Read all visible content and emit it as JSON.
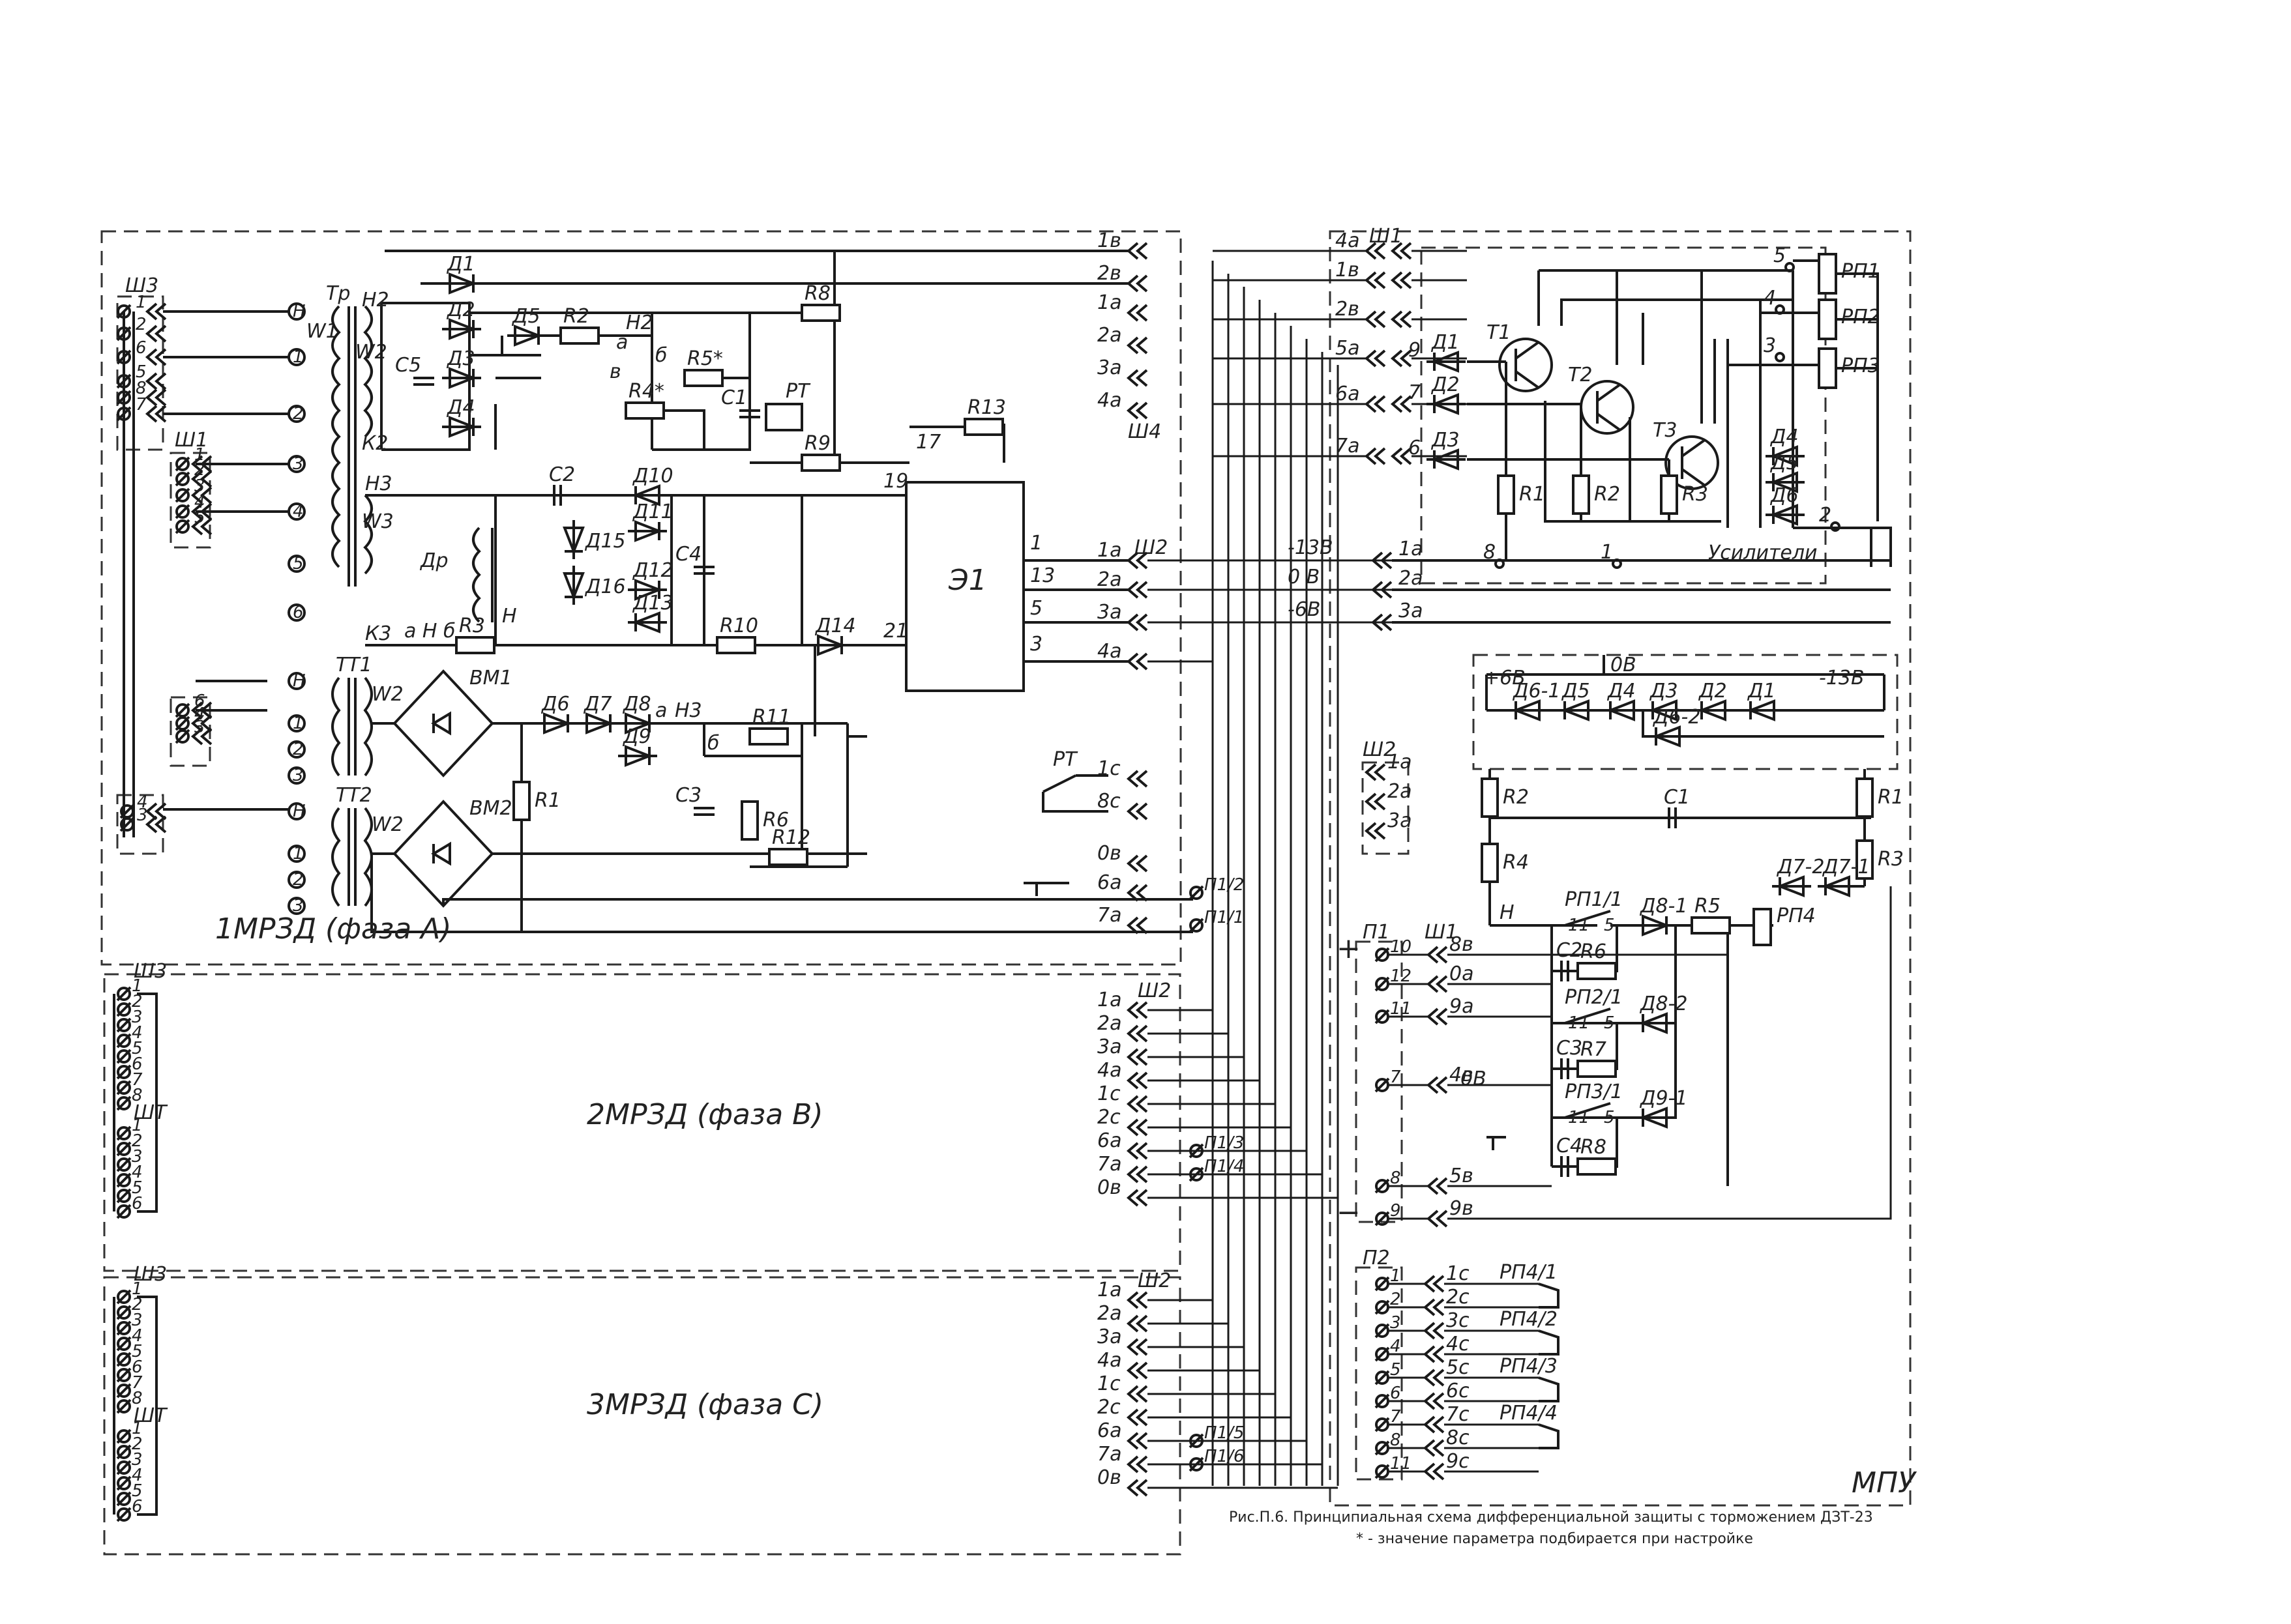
{
  "modules": {
    "m1_label": "1МРЗД (фаза А)",
    "m2_label": "2МРЗД (фаза В)",
    "m3_label": "3МРЗД (фаза С)",
    "mpu_label": "МПУ",
    "amp_label": "Усилители"
  },
  "connectors": {
    "sh1": "Ш1",
    "sh2": "Ш2",
    "sh3": "Ш3",
    "sh4": "Ш4",
    "shT": "ШТ",
    "p1": "П1",
    "p2": "П2"
  },
  "transformers": {
    "tr": "Тр",
    "tt1": "ТТ1",
    "tt2": "ТТ2",
    "w1": "W1",
    "w2": "W2",
    "w3": "W3",
    "dr": "Др"
  },
  "bridges": {
    "vm1": "ВМ1",
    "vm2": "ВМ2"
  },
  "block_e1": "Э1",
  "relay_rt": "РТ",
  "m1": {
    "diodes": [
      "Д1",
      "Д2",
      "Д3",
      "Д4",
      "Д5",
      "Д6",
      "Д7",
      "Д8",
      "Д9",
      "Д10",
      "Д11",
      "Д12",
      "Д13",
      "Д14",
      "Д15",
      "Д16"
    ],
    "resistors": [
      "R1",
      "R2",
      "R3",
      "R4*",
      "R5*",
      "R6",
      "R8",
      "R9",
      "R10",
      "R11",
      "R12",
      "R13"
    ],
    "caps": [
      "C1",
      "C2",
      "C3",
      "C4",
      "C5"
    ],
    "nodes": [
      "Н2",
      "К2",
      "Н3",
      "К3",
      "Н",
      "а",
      "б",
      "в"
    ]
  },
  "top_conn": [
    "1в",
    "2в",
    "1а",
    "2а",
    "3а",
    "4а"
  ],
  "sh2_m1": [
    "1а",
    "2а",
    "3а",
    "4а",
    "1с",
    "8с",
    "0в",
    "6а",
    "7а"
  ],
  "sh2_m1_pins": [
    "П1/2",
    "П1/1"
  ],
  "sh3_pins": [
    "1",
    "2",
    "6",
    "5",
    "8",
    "7"
  ],
  "sh1_pins": [
    "1",
    "2",
    "3",
    "4",
    "5",
    "6",
    "4",
    "3"
  ],
  "tr_pins": [
    "Н",
    "1",
    "2",
    "3",
    "4",
    "5",
    "6"
  ],
  "sh3_list": [
    "1",
    "2",
    "3",
    "4",
    "5",
    "6",
    "7",
    "8"
  ],
  "sht_list": [
    "1",
    "2",
    "3",
    "4",
    "5",
    "6"
  ],
  "sh2_m2": [
    "1а",
    "2а",
    "3а",
    "4а",
    "1с",
    "2с",
    "6а",
    "7а",
    "0в"
  ],
  "sh2_m2_pins": [
    "П1/3",
    "П1/4"
  ],
  "sh2_m3": [
    "1а",
    "2а",
    "3а",
    "4а",
    "1с",
    "2с",
    "6а",
    "7а",
    "0в"
  ],
  "sh2_m3_pins": [
    "П1/5",
    "П1/6"
  ],
  "mpu": {
    "sh1_left": [
      "4а",
      "1в",
      "2в",
      "5а",
      "6а",
      "7а"
    ],
    "sh1_right": [
      "9",
      "7",
      "6"
    ],
    "transistors": [
      "Т1",
      "Т2",
      "Т3"
    ],
    "relays": [
      "РП1",
      "РП2",
      "РП3",
      "РП4"
    ],
    "amp_r": [
      "R1",
      "R2",
      "R3"
    ],
    "amp_d": [
      "Д1",
      "Д2",
      "Д3",
      "Д4",
      "Д5",
      "Д6"
    ],
    "amp_nodes": [
      "5",
      "4",
      "3",
      "2",
      "8",
      "1"
    ],
    "rails": [
      "-13В",
      "0 В",
      "-6В"
    ],
    "rails_conn": [
      "1а",
      "2а",
      "3а"
    ],
    "zener_row": [
      "Д6-1",
      "Д5",
      "Д4",
      "Д3",
      "Д2",
      "Д1"
    ],
    "zener_extra": "Д6-2",
    "zener_rails": [
      "+6В",
      "0В",
      "-13В"
    ],
    "sh2_small": [
      "1а",
      "2а",
      "3а"
    ],
    "lower_r": [
      "R2",
      "R4",
      "R1",
      "R3",
      "R5",
      "R6",
      "R7",
      "R8"
    ],
    "lower_c": [
      "C1",
      "C2",
      "C3",
      "C4"
    ],
    "lower_d": [
      "Д7-2",
      "Д7-1",
      "Д8-1",
      "Д8-2",
      "Д9-1"
    ],
    "contacts": [
      "РП1/1",
      "РП2/1",
      "РП3/1"
    ],
    "contact_pins": [
      "11",
      "5"
    ],
    "node_h": "Н",
    "p1_pins": [
      "10",
      "12",
      "11",
      "7",
      "8",
      "9"
    ],
    "p1_conn": [
      "8в",
      "0а",
      "9а",
      "4в",
      "5в",
      "9в"
    ],
    "ov": "0В",
    "plus": "+",
    "minus": "−",
    "p2_pins": [
      "1",
      "2",
      "3",
      "4",
      "5",
      "6",
      "7",
      "8",
      "11"
    ],
    "p2_conn": [
      "1с",
      "2с",
      "3с",
      "4с",
      "5с",
      "6с",
      "7с",
      "8с",
      "9с"
    ],
    "p2_contacts": [
      "РП4/1",
      "РП4/2",
      "РП4/3",
      "РП4/4"
    ]
  },
  "caption": {
    "line1": "Рис.П.6. Принципиальная схема дифференциальной защиты с торможением ДЗТ-23",
    "line2": "* - значение параметра подбирается при настройке"
  }
}
